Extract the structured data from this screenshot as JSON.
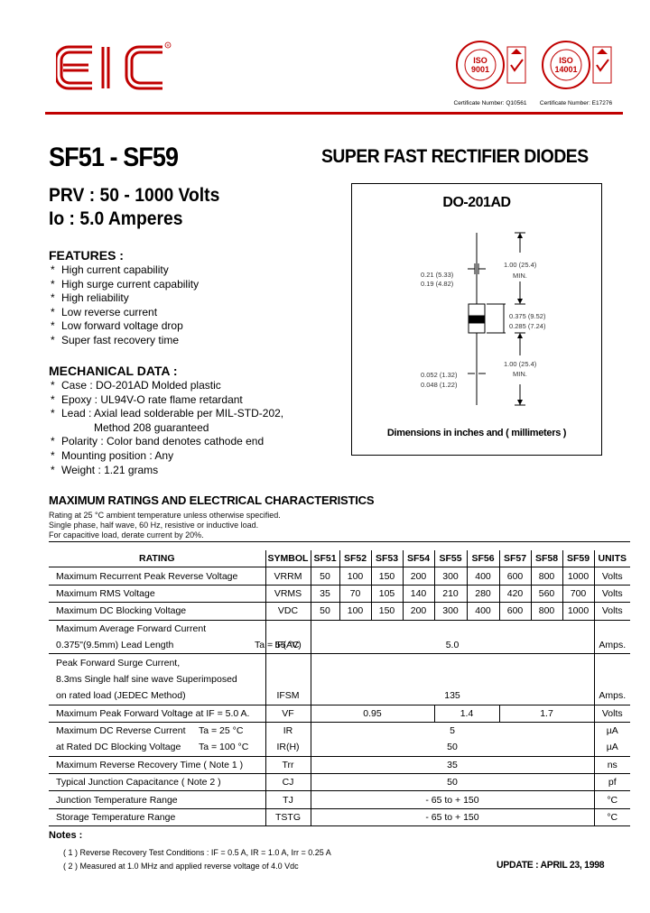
{
  "logo_text": "EIC",
  "brand_red": "#c00000",
  "certs": [
    {
      "seal_text": "ISO 9001",
      "cert_number": "Certificate Number: Q10561"
    },
    {
      "seal_text": "ISO 14001",
      "cert_number": "Certificate Number: E17276"
    }
  ],
  "title": "SF51 - SF59",
  "subtitle": "SUPER FAST RECTIFIER DIODES",
  "prv": "PRV : 50 - 1000 Volts",
  "io": "Io : 5.0 Amperes",
  "features": {
    "heading": "FEATURES :",
    "items": [
      "High current capability",
      "High surge current capability",
      "High reliability",
      "Low reverse current",
      "Low forward voltage drop",
      "Super fast recovery time"
    ]
  },
  "mechanical": {
    "heading": "MECHANICAL DATA :",
    "items": [
      "Case : DO-201AD Molded plastic",
      "Epoxy : UL94V-O rate flame retardant",
      "Lead : Axial lead solderable per MIL-STD-202,",
      "Polarity : Color band denotes cathode end",
      "Mounting  position : Any",
      "Weight : 1.21 grams"
    ],
    "lead_cont": "Method 208 guaranteed"
  },
  "package": {
    "name": "DO-201AD",
    "dims": [
      "0.21 (5.33)",
      "0.19 (4.82)",
      "1.00 (25.4)",
      "MIN.",
      "0.375 (9.52)",
      "0.285 (7.24)",
      "1.00 (25.4)",
      "MIN.",
      "0.052 (1.32)",
      "0.048 (1.22)"
    ],
    "caption": "Dimensions in inches and ( millimeters )"
  },
  "ratings": {
    "heading": "MAXIMUM RATINGS AND ELECTRICAL CHARACTERISTICS",
    "notes": [
      "Rating at 25 °C ambient temperature unless otherwise specified.",
      "Single phase, half wave, 60 Hz, resistive or inductive load.",
      "For capacitive load, derate current by 20%."
    ],
    "headers": [
      "RATING",
      "SYMBOL",
      "SF51",
      "SF52",
      "SF53",
      "SF54",
      "SF55",
      "SF56",
      "SF57",
      "SF58",
      "SF59",
      "UNITS"
    ],
    "vrrm": {
      "label": "Maximum Recurrent Peak Reverse Voltage",
      "symbol": "VRRM",
      "values": [
        "50",
        "100",
        "150",
        "200",
        "300",
        "400",
        "600",
        "800",
        "1000"
      ],
      "unit": "Volts"
    },
    "vrms": {
      "label": "Maximum RMS Voltage",
      "symbol": "VRMS",
      "values": [
        "35",
        "70",
        "105",
        "140",
        "210",
        "280",
        "420",
        "560",
        "700"
      ],
      "unit": "Volts"
    },
    "vdc": {
      "label": "Maximum DC Blocking Voltage",
      "symbol": "VDC",
      "values": [
        "50",
        "100",
        "150",
        "200",
        "300",
        "400",
        "600",
        "800",
        "1000"
      ],
      "unit": "Volts"
    },
    "ifav": {
      "label1": "Maximum Average Forward Current",
      "label2": "0.375\"(9.5mm) Lead Length",
      "cond": "Ta = 55 °C",
      "symbol": "IF(AV)",
      "value": "5.0",
      "unit": "Amps."
    },
    "ifsm": {
      "label1": "Peak Forward Surge Current,",
      "label2": "8.3ms Single half sine wave Superimposed",
      "label3": "on rated load (JEDEC Method)",
      "symbol": "IFSM",
      "value": "135",
      "unit": "Amps."
    },
    "vf": {
      "label": "Maximum Peak Forward Voltage at IF = 5.0 A.",
      "symbol": "VF",
      "v1": "0.95",
      "v2": "1.4",
      "v3": "1.7",
      "unit": "Volts"
    },
    "ir": {
      "label": "Maximum DC Reverse Current",
      "cond": "Ta = 25 °C",
      "symbol": "IR",
      "value": "5",
      "unit": "µA"
    },
    "irh": {
      "label": "at Rated DC Blocking Voltage",
      "cond": "Ta = 100 °C",
      "symbol": "IR(H)",
      "value": "50",
      "unit": "µA"
    },
    "trr": {
      "label": "Maximum Reverse Recovery Time ( Note 1 )",
      "symbol": "Trr",
      "value": "35",
      "unit": "ns"
    },
    "cj": {
      "label": "Typical Junction Capacitance ( Note 2 )",
      "symbol": "CJ",
      "value": "50",
      "unit": "pf"
    },
    "tj": {
      "label": "Junction Temperature Range",
      "symbol": "TJ",
      "value": "- 65 to + 150",
      "unit": "°C"
    },
    "tstg": {
      "label": "Storage Temperature Range",
      "symbol": "TSTG",
      "value": "- 65 to + 150",
      "unit": "°C"
    }
  },
  "notes_heading": "Notes :",
  "notes": [
    "( 1 )  Reverse Recovery Test Conditions : IF = 0.5 A, IR = 1.0 A, Irr = 0.25 A",
    "( 2 )  Measured at 1.0 MHz and applied reverse voltage of 4.0 Vdc"
  ],
  "update": "UPDATE : APRIL 23, 1998"
}
